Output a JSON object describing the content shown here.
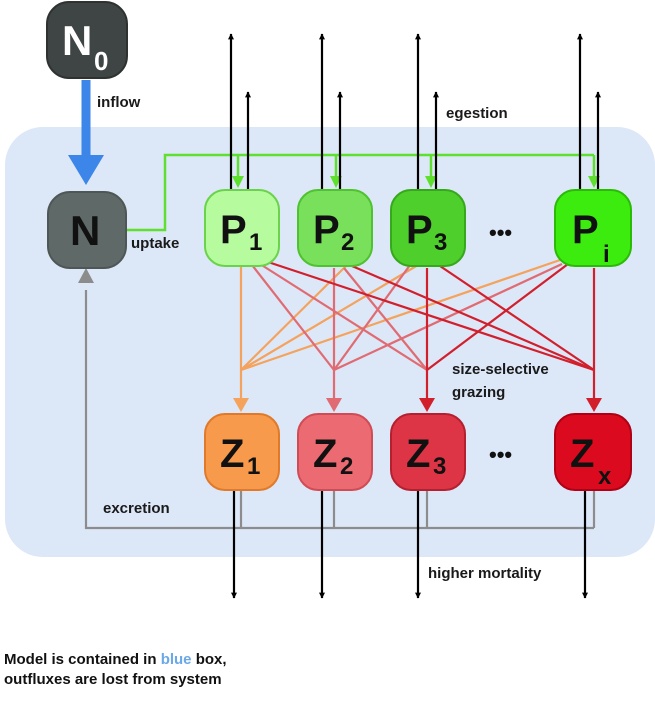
{
  "colors": {
    "model_box": "#dce7f8",
    "inflow_arrow": "#3b86e8",
    "uptake_line": "#5fe02e",
    "excretion_line": "#8c8c8c",
    "grazing_light": "#f4a25c",
    "grazing_mid": "#e06b72",
    "grazing_dark": "#d21f2c",
    "caption_highlight": "#6aa8e8"
  },
  "nodes": {
    "n0": {
      "letter": "N",
      "sub": "0",
      "fill": "#3f4544",
      "stroke": "#2e3332"
    },
    "n": {
      "letter": "N",
      "sub": "",
      "fill": "#5f6968",
      "stroke": "#4e5756"
    },
    "phytoplankton": [
      {
        "letter": "P",
        "sub": "1",
        "fill": "#b6fb9e",
        "stroke": "#6ad34a"
      },
      {
        "letter": "P",
        "sub": "2",
        "fill": "#79e05c",
        "stroke": "#4fc22f"
      },
      {
        "letter": "P",
        "sub": "3",
        "fill": "#4fcf2b",
        "stroke": "#35a81c"
      },
      {
        "letter": "P",
        "sub": "i",
        "fill": "#3dec0f",
        "stroke": "#2bbb07"
      }
    ],
    "zooplankton": [
      {
        "letter": "Z",
        "sub": "1",
        "fill": "#f79a4c",
        "stroke": "#e07a2a"
      },
      {
        "letter": "Z",
        "sub": "2",
        "fill": "#ec6a72",
        "stroke": "#d04c55"
      },
      {
        "letter": "Z",
        "sub": "3",
        "fill": "#dd3545",
        "stroke": "#b52030"
      },
      {
        "letter": "Z",
        "sub": "x",
        "fill": "#dc0a1e",
        "stroke": "#b00015"
      }
    ],
    "ellipsis": "•••"
  },
  "labels": {
    "inflow": "inflow",
    "uptake": "uptake",
    "egestion": "egestion",
    "size_selective": "size-selective",
    "grazing": "grazing",
    "excretion": "excretion",
    "higher_mortality": "higher mortality"
  },
  "caption": {
    "line1_pre": "Model is contained in ",
    "line1_highlight": "blue",
    "line1_post": " box,",
    "line2": "outfluxes are lost from system"
  }
}
